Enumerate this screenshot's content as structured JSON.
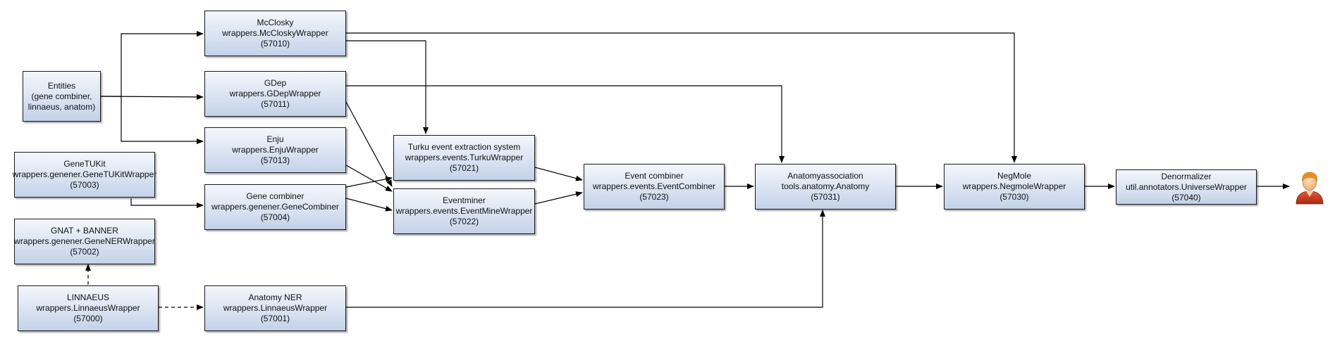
{
  "nodes": {
    "entities": {
      "lines": [
        "Entities",
        "(gene combiner,",
        "linnaeus, anatom)"
      ]
    },
    "mcclosky": {
      "lines": [
        "McClosky",
        "wrappers.McCloskyWrapper",
        "(57010)"
      ]
    },
    "gdep": {
      "lines": [
        "GDep",
        "wrappers.GDepWrapper",
        "(57011)"
      ]
    },
    "enju": {
      "lines": [
        "Enju",
        "wrappers.EnjuWrapper",
        "(57013)"
      ]
    },
    "genetukit": {
      "lines": [
        "GeneTUKit",
        "wrappers.genener.GeneTUKitWrapper",
        "(57003)"
      ]
    },
    "gene_combiner": {
      "lines": [
        "Gene combiner",
        "wrappers.genener.GeneCombiner",
        "(57004)"
      ]
    },
    "gnat_banner": {
      "lines": [
        "GNAT + BANNER",
        "wrappers.genener.GeneNERWrapper",
        "(57002)"
      ]
    },
    "linnaeus": {
      "lines": [
        "LINNAEUS",
        "wrappers.LinnaeusWrapper",
        "(57000)"
      ]
    },
    "anatomy_ner": {
      "lines": [
        "Anatomy NER",
        "wrappers.LinnaeusWrapper",
        "(57001)"
      ]
    },
    "turku": {
      "lines": [
        "Turku event extraction system",
        "wrappers.events.TurkuWrapper",
        "(57021)"
      ]
    },
    "eventminer": {
      "lines": [
        "Eventminer",
        "wrappers.events.EventMineWrapper",
        "(57022)"
      ]
    },
    "event_combiner": {
      "lines": [
        "Event combiner",
        "wrappers.events.EventCombiner",
        "(57023)"
      ]
    },
    "anatomyassoc": {
      "lines": [
        "Anatomyassociation",
        "tools.anatomy.Anatomy",
        "(57031)"
      ]
    },
    "negmole": {
      "lines": [
        "NegMole",
        "wrappers.NegmoleWrapper",
        "(57030)"
      ]
    },
    "denormalizer": {
      "lines": [
        "Denormalizer",
        "util.annotators.UniverseWrapper",
        "(57040)"
      ]
    }
  },
  "colors": {
    "box_border": "#1a1a1a",
    "box_fill_top": "#f4f7fc",
    "box_fill_bottom": "#c3d2e9",
    "edge": "#000000",
    "user_skin": "#f6c592",
    "user_hair": "#e8901c",
    "user_shirt": "#c0361c"
  },
  "icons": {
    "end_user": "user-icon"
  }
}
